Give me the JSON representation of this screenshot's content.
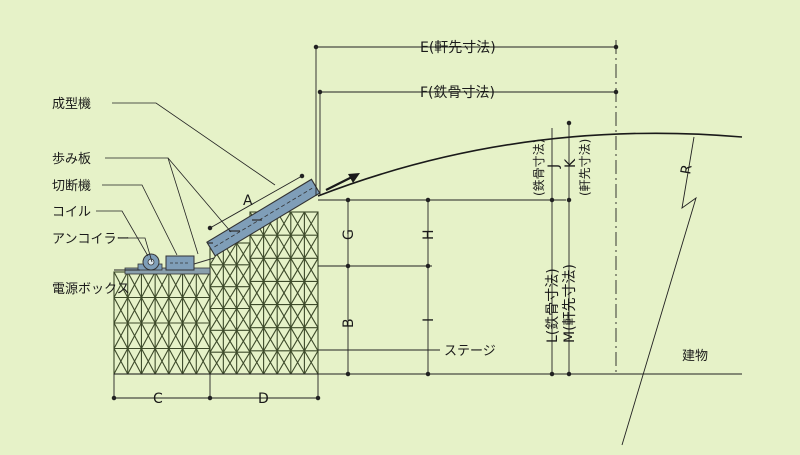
{
  "dimensions": {
    "E": "E(軒先寸法)",
    "F": "F(鉄骨寸法)",
    "A": "A",
    "B": "B",
    "C": "C",
    "D": "D",
    "G": "G",
    "H": "H",
    "I": "I",
    "J_label": "J",
    "J_note": "(鉄骨寸法)",
    "K_label": "K",
    "K_note": "(軒先寸法)",
    "L": "L(鉄骨寸法)",
    "M": "M(軒先寸法)",
    "R": "R"
  },
  "labels": {
    "forming_machine": "成型機",
    "walkway": "歩み板",
    "cutter": "切断機",
    "coil": "コイル",
    "uncoiler": "アンコイラー",
    "power_box": "電源ボックス",
    "stage": "ステージ",
    "building": "建物"
  },
  "colors": {
    "background": "#e6f2c8",
    "scaffold": "#3d4a2a",
    "machine": "#7f9eb8",
    "line": "#222222"
  }
}
